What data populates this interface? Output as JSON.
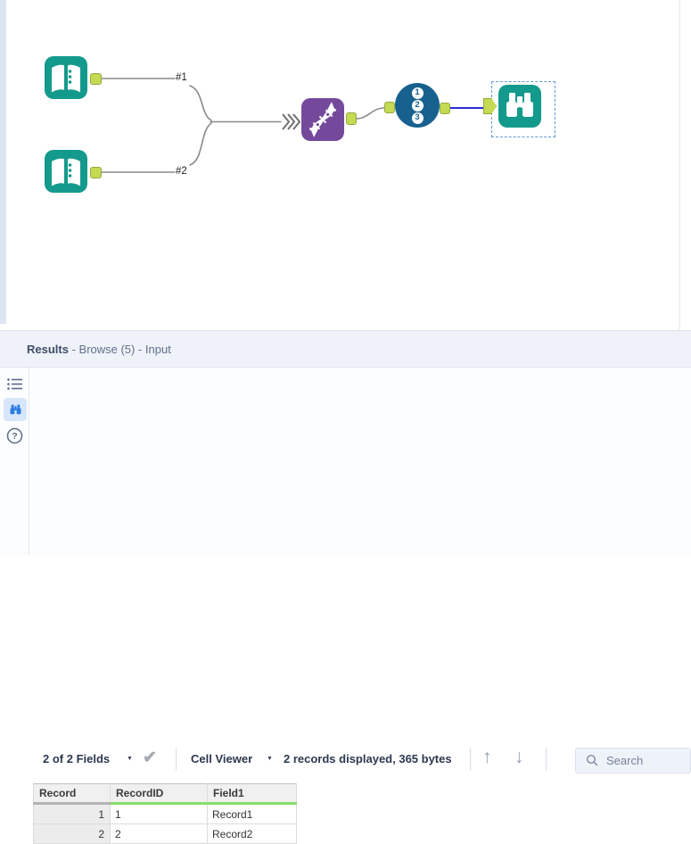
{
  "colors": {
    "tool_teal": "#149a8c",
    "tool_purple": "#74499c",
    "record_id_blue": "#17618f",
    "anchor_green": "#c3da52",
    "wire_gray": "#8a8a8a",
    "wire_selected_blue": "#2b2bd8",
    "header_underline_green": "#86df68",
    "selection_dash_blue": "#5f9ad8"
  },
  "canvas": {
    "connection_labels": {
      "first": "#1",
      "second": "#2"
    },
    "record_id_digits": [
      "1",
      "2",
      "3"
    ]
  },
  "results": {
    "header": {
      "title": "Results",
      "context": " - Browse (5) - Input"
    },
    "toolbar": {
      "fields": "2 of 2 Fields",
      "viewer": "Cell Viewer",
      "records_info": "2 records displayed, 365 bytes",
      "search_placeholder": "Search"
    },
    "table": {
      "columns": [
        "Record",
        "RecordID",
        "Field1"
      ],
      "rows": [
        [
          "1",
          "1",
          "Record1"
        ],
        [
          "2",
          "2",
          "Record2"
        ]
      ]
    }
  },
  "icons": {
    "caret": "▼",
    "check": "✔",
    "arrow_up": "↑",
    "arrow_down": "↓",
    "help": "?"
  }
}
